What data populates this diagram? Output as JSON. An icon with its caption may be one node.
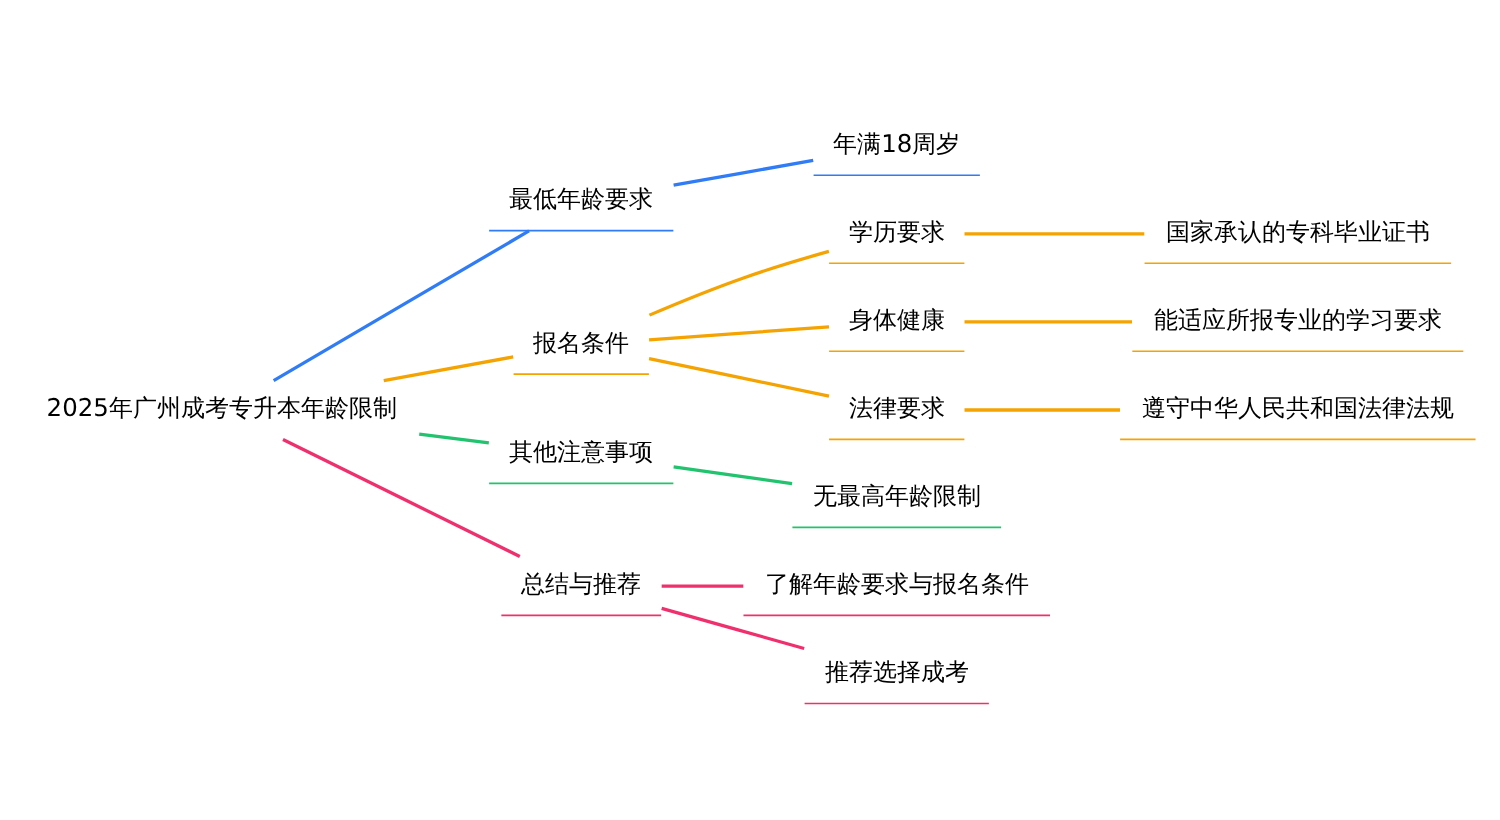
{
  "diagram": {
    "nodes": [
      {
        "text": [
          "2025年广州成考专升本年龄限制"
        ]
      },
      {
        "text": [
          "最低年龄要求"
        ]
      },
      {
        "text": [
          "年满18周岁"
        ]
      },
      {
        "text": [
          "报名条件"
        ]
      },
      {
        "text": [
          "学历要求"
        ]
      },
      {
        "text": [
          "国家承认的专科毕业证书"
        ]
      },
      {
        "text": [
          "身体健康"
        ]
      },
      {
        "text": [
          "能适应所报专业的学习要求"
        ]
      },
      {
        "text": [
          "法律要求"
        ]
      },
      {
        "text": [
          "遵守中华人民共和国法律法规"
        ]
      },
      {
        "text": [
          "其他注意事项"
        ]
      },
      {
        "text": [
          "无最高年龄限制"
        ]
      },
      {
        "text": [
          "总结与推荐"
        ]
      },
      {
        "text": [
          "了解年龄要求与报名条件"
        ]
      },
      {
        "text": [
          "推荐选择成考"
        ]
      }
    ],
    "edges": [
      {
        "from": 0,
        "to": 1,
        "arrow": "none",
        "color": "#2f7cf6"
      },
      {
        "from": 1,
        "to": 2,
        "arrow": "none",
        "color": "#2f7cf6"
      },
      {
        "from": 0,
        "to": 3,
        "arrow": "none",
        "color": "#f5a300"
      },
      {
        "from": 3,
        "to": 4,
        "arrow": "none",
        "color": "#f5a300"
      },
      {
        "from": 4,
        "to": 5,
        "arrow": "none",
        "color": "#f5a300"
      },
      {
        "from": 3,
        "to": 6,
        "arrow": "none",
        "color": "#f5a300"
      },
      {
        "from": 6,
        "to": 7,
        "arrow": "none",
        "color": "#f5a300"
      },
      {
        "from": 3,
        "to": 8,
        "arrow": "none",
        "color": "#f5a300"
      },
      {
        "from": 8,
        "to": 9,
        "arrow": "none",
        "color": "#f5a300"
      },
      {
        "from": 0,
        "to": 10,
        "arrow": "none",
        "color": "#22c36e"
      },
      {
        "from": 10,
        "to": 11,
        "arrow": "none",
        "color": "#22c36e"
      },
      {
        "from": 0,
        "to": 12,
        "arrow": "none",
        "color": "#f0306e"
      },
      {
        "from": 12,
        "to": 13,
        "arrow": "none",
        "color": "#f0306e"
      },
      {
        "from": 12,
        "to": 14,
        "arrow": "none",
        "color": "#f0306e"
      }
    ]
  }
}
